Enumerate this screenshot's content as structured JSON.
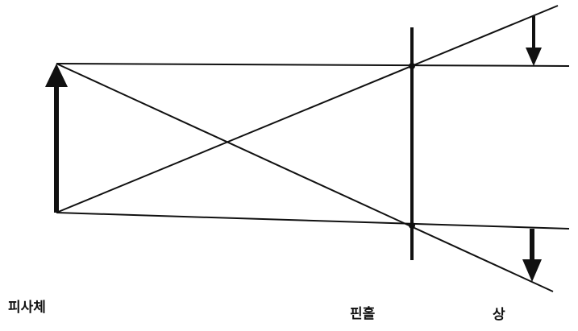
{
  "labels": {
    "object": "피사체",
    "pinhole": "핀홀",
    "image": "상"
  },
  "colors": {
    "ink": "#111111",
    "background": "#ffffff"
  }
}
